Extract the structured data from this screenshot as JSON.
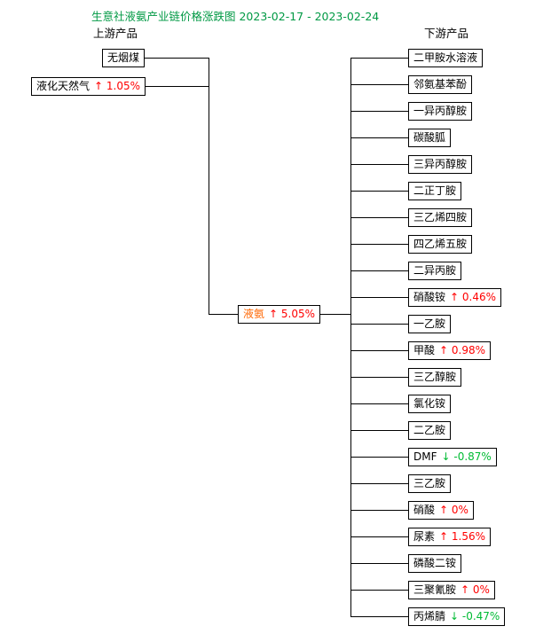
{
  "title": "生意社液氨产业链价格涨跌图 2023-02-17 - 2023-02-24",
  "upstream_label": "上游产品",
  "downstream_label": "下游产品",
  "colors": {
    "title": "#009944",
    "up": "#ff0000",
    "down": "#00bb33",
    "center_name": "#ff6600",
    "line": "#000000"
  },
  "upstream": [
    {
      "name": "无烟煤",
      "change": "",
      "dir": ""
    },
    {
      "name": "液化天然气",
      "change": "↑ 1.05%",
      "dir": "up"
    }
  ],
  "center": {
    "name": "液氨",
    "change": "↑ 5.05%",
    "dir": "up"
  },
  "downstream": [
    {
      "name": "二甲胺水溶液",
      "change": "",
      "dir": ""
    },
    {
      "name": "邻氨基苯酚",
      "change": "",
      "dir": ""
    },
    {
      "name": "一异丙醇胺",
      "change": "",
      "dir": ""
    },
    {
      "name": "碳酸胍",
      "change": "",
      "dir": ""
    },
    {
      "name": "三异丙醇胺",
      "change": "",
      "dir": ""
    },
    {
      "name": "二正丁胺",
      "change": "",
      "dir": ""
    },
    {
      "name": "三乙烯四胺",
      "change": "",
      "dir": ""
    },
    {
      "name": "四乙烯五胺",
      "change": "",
      "dir": ""
    },
    {
      "name": "二异丙胺",
      "change": "",
      "dir": ""
    },
    {
      "name": "硝酸铵",
      "change": "↑ 0.46%",
      "dir": "up"
    },
    {
      "name": "一乙胺",
      "change": "",
      "dir": ""
    },
    {
      "name": "甲酸",
      "change": "↑ 0.98%",
      "dir": "up"
    },
    {
      "name": "三乙醇胺",
      "change": "",
      "dir": ""
    },
    {
      "name": "氯化铵",
      "change": "",
      "dir": ""
    },
    {
      "name": "二乙胺",
      "change": "",
      "dir": ""
    },
    {
      "name": "DMF",
      "change": "↓ -0.87%",
      "dir": "down"
    },
    {
      "name": "三乙胺",
      "change": "",
      "dir": ""
    },
    {
      "name": "硝酸",
      "change": "↑ 0%",
      "dir": "up"
    },
    {
      "name": "尿素",
      "change": "↑ 1.56%",
      "dir": "up"
    },
    {
      "name": "磷酸二铵",
      "change": "",
      "dir": ""
    },
    {
      "name": "三聚氰胺",
      "change": "↑ 0%",
      "dir": "up"
    },
    {
      "name": "丙烯腈",
      "change": "↓ -0.47%",
      "dir": "down"
    }
  ]
}
